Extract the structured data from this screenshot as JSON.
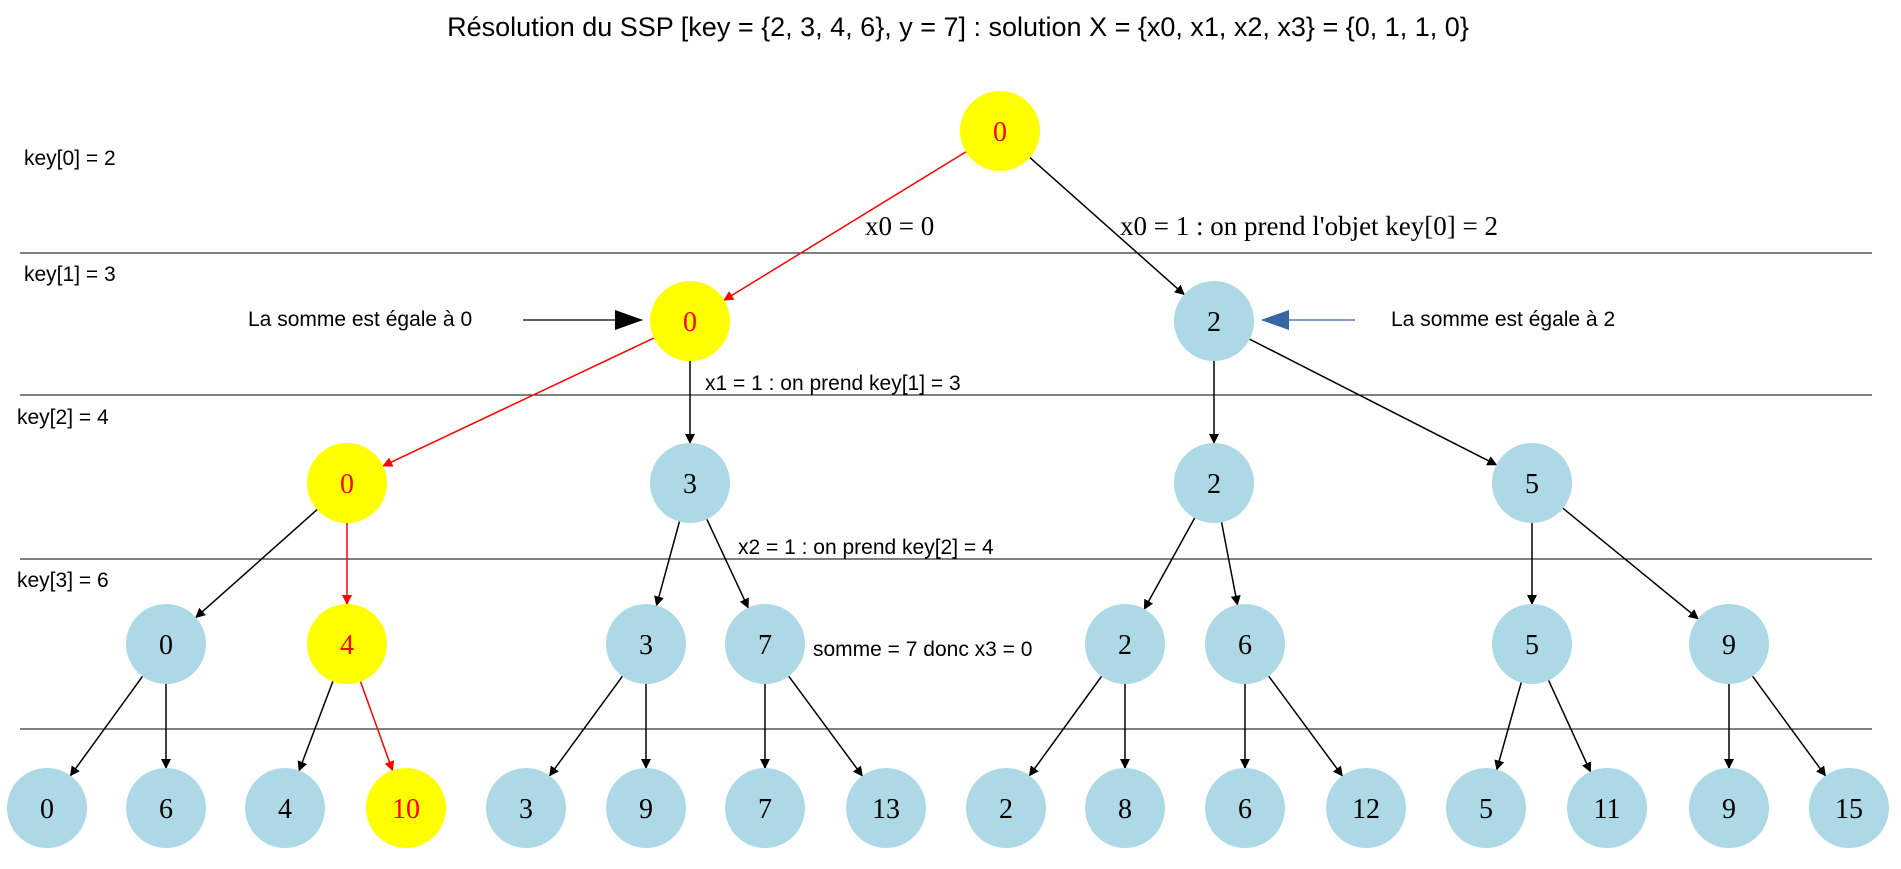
{
  "title": "Résolution du SSP [key = {2, 3, 4, 6}, y = 7] : solution X = {x0, x1, x2, x3} = {0, 1, 1, 0}",
  "level_labels": [
    "key[0] = 2",
    "key[1] = 3",
    "key[2] = 4",
    "key[3] = 6"
  ],
  "annotations": {
    "sum_left": "La somme est égale à 0",
    "sum_right": "La somme est égale à 2",
    "edge_x0_0": "x0 = 0",
    "edge_x0_1": "x0 = 1 : on prend l'objet key[0] = 2",
    "edge_x1_1": "x1 = 1 : on prend key[1] = 3",
    "edge_x2_1": "x2 = 1 : on prend key[2] = 4",
    "final_note": "somme = 7 donc x3 = 0"
  },
  "colors": {
    "node_default": "#add8e6",
    "node_highlight": "#ffff00",
    "text_highlight": "#ff0000",
    "edge_default": "#000000",
    "edge_highlight": "#ff0000",
    "arrow_blue": "#3465a4"
  },
  "tree": {
    "levels": [
      [
        "0"
      ],
      [
        "0",
        "2"
      ],
      [
        "0",
        "3",
        "2",
        "5"
      ],
      [
        "0",
        "4",
        "3",
        "7",
        "2",
        "6",
        "5",
        "9"
      ],
      [
        "0",
        "6",
        "4",
        "10",
        "3",
        "9",
        "7",
        "13",
        "2",
        "8",
        "6",
        "12",
        "5",
        "11",
        "9",
        "15"
      ]
    ],
    "highlight_path": [
      0,
      0,
      1,
      3
    ]
  }
}
